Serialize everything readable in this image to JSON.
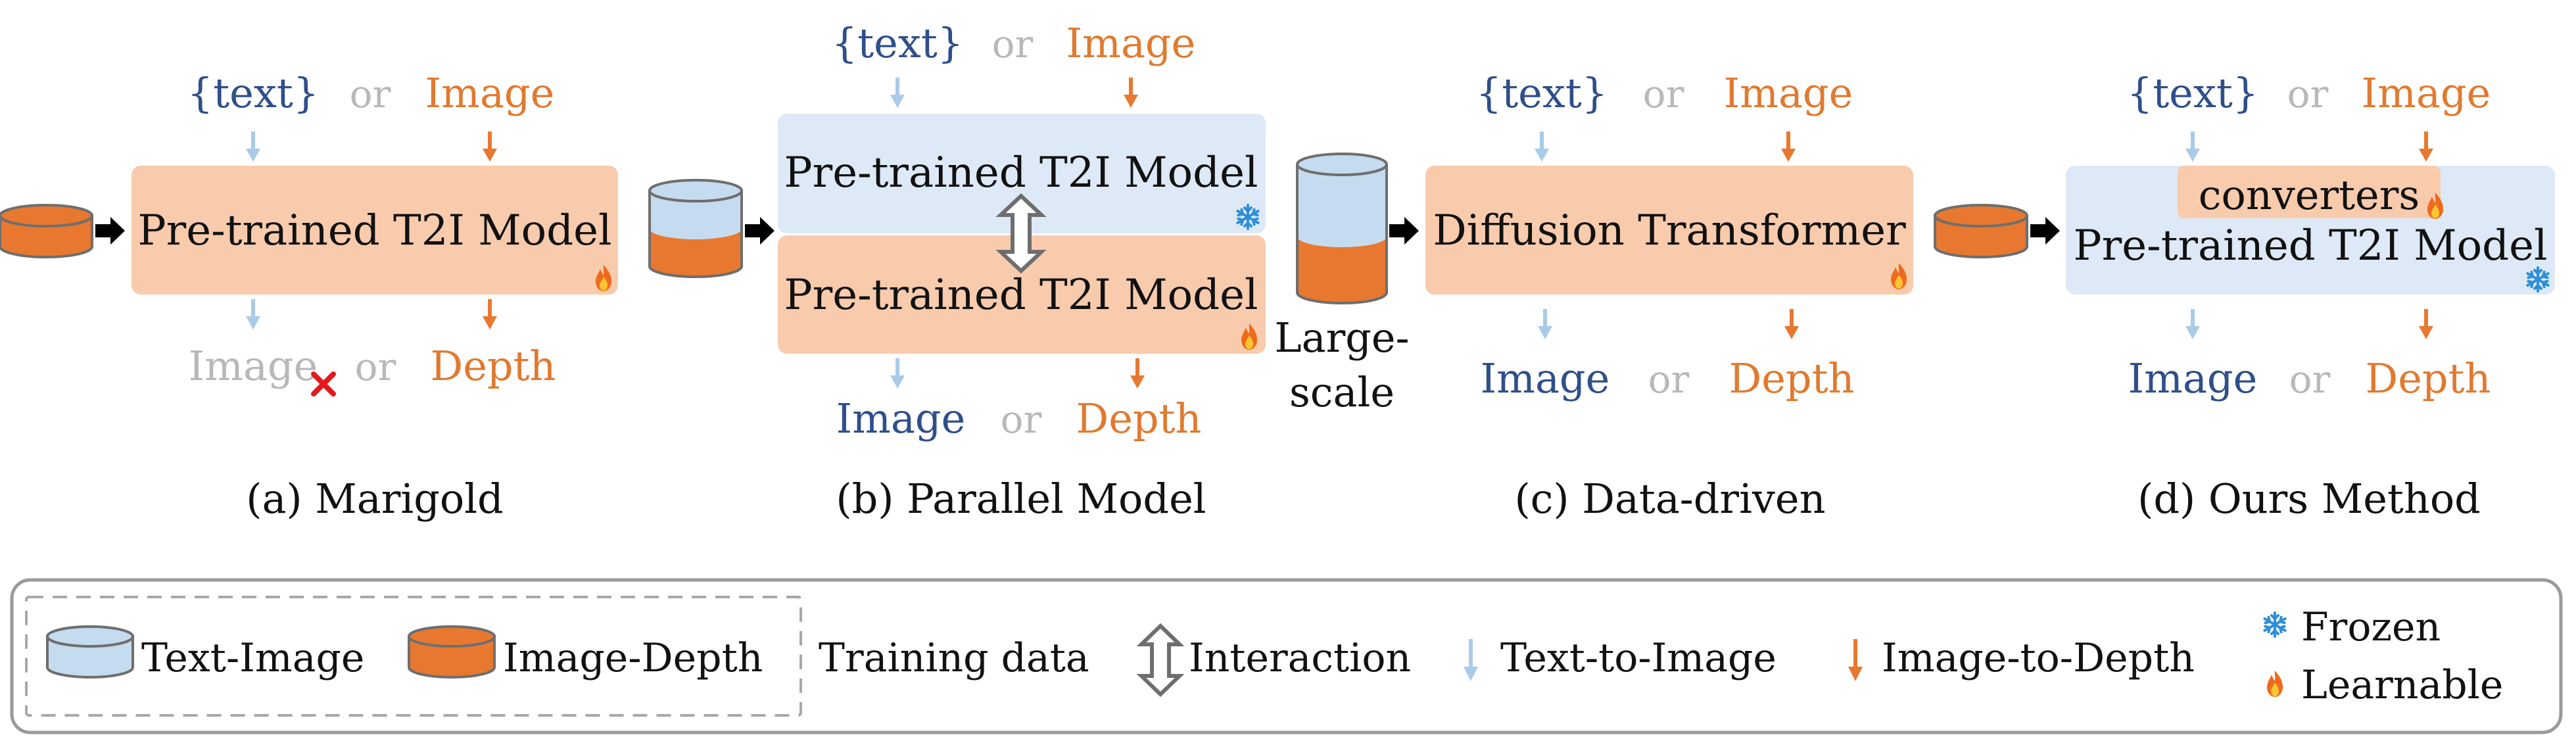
{
  "colors": {
    "text_blue": "#2f4f8a",
    "text_orange": "#e07a30",
    "text_gray": "#b8b8b8",
    "box_orange": "#f8cbad",
    "box_blue": "#dde9f6",
    "cyl_orange": "#e8782f",
    "cyl_blue": "#c5dbef",
    "arrow_light_blue": "#a9cbe8",
    "arrow_orange": "#e8782f",
    "cross_red": "#e3191c",
    "snow_blue": "#2e8fd6",
    "frame_gray": "#9a9a9a"
  },
  "panels": {
    "a": {
      "input_text": "{text}",
      "or_top": "or",
      "input_image": "Image",
      "model": "Pre-trained T2I Model",
      "output_image": "Image",
      "or_bottom": "or",
      "output_depth": "Depth",
      "caption": "(a) Marigold"
    },
    "b": {
      "input_text": "{text}",
      "or_top": "or",
      "input_image": "Image",
      "model_top": "Pre-trained T2I Model",
      "model_bottom": "Pre-trained T2I Model",
      "output_image": "Image",
      "or_bottom": "or",
      "output_depth": "Depth",
      "caption": "(b) Parallel Model"
    },
    "c": {
      "input_text": "{text}",
      "or_top": "or",
      "input_image": "Image",
      "model": "Diffusion Transformer",
      "data_label_1": "Large-",
      "data_label_2": "scale",
      "output_image": "Image",
      "or_bottom": "or",
      "output_depth": "Depth",
      "caption": "(c) Data-driven"
    },
    "d": {
      "input_text": "{text}",
      "or_top": "or",
      "input_image": "Image",
      "converters": "converters",
      "model": "Pre-trained T2I Model",
      "output_image": "Image",
      "or_bottom": "or",
      "output_depth": "Depth",
      "caption": "(d) Ours Method"
    }
  },
  "legend": {
    "text_image": "Text-Image",
    "image_depth": "Image-Depth",
    "training_data": "Training data",
    "interaction": "Interaction",
    "text_to_image": "Text-to-Image",
    "image_to_depth": "Image-to-Depth",
    "frozen": "Frozen",
    "learnable": "Learnable"
  }
}
